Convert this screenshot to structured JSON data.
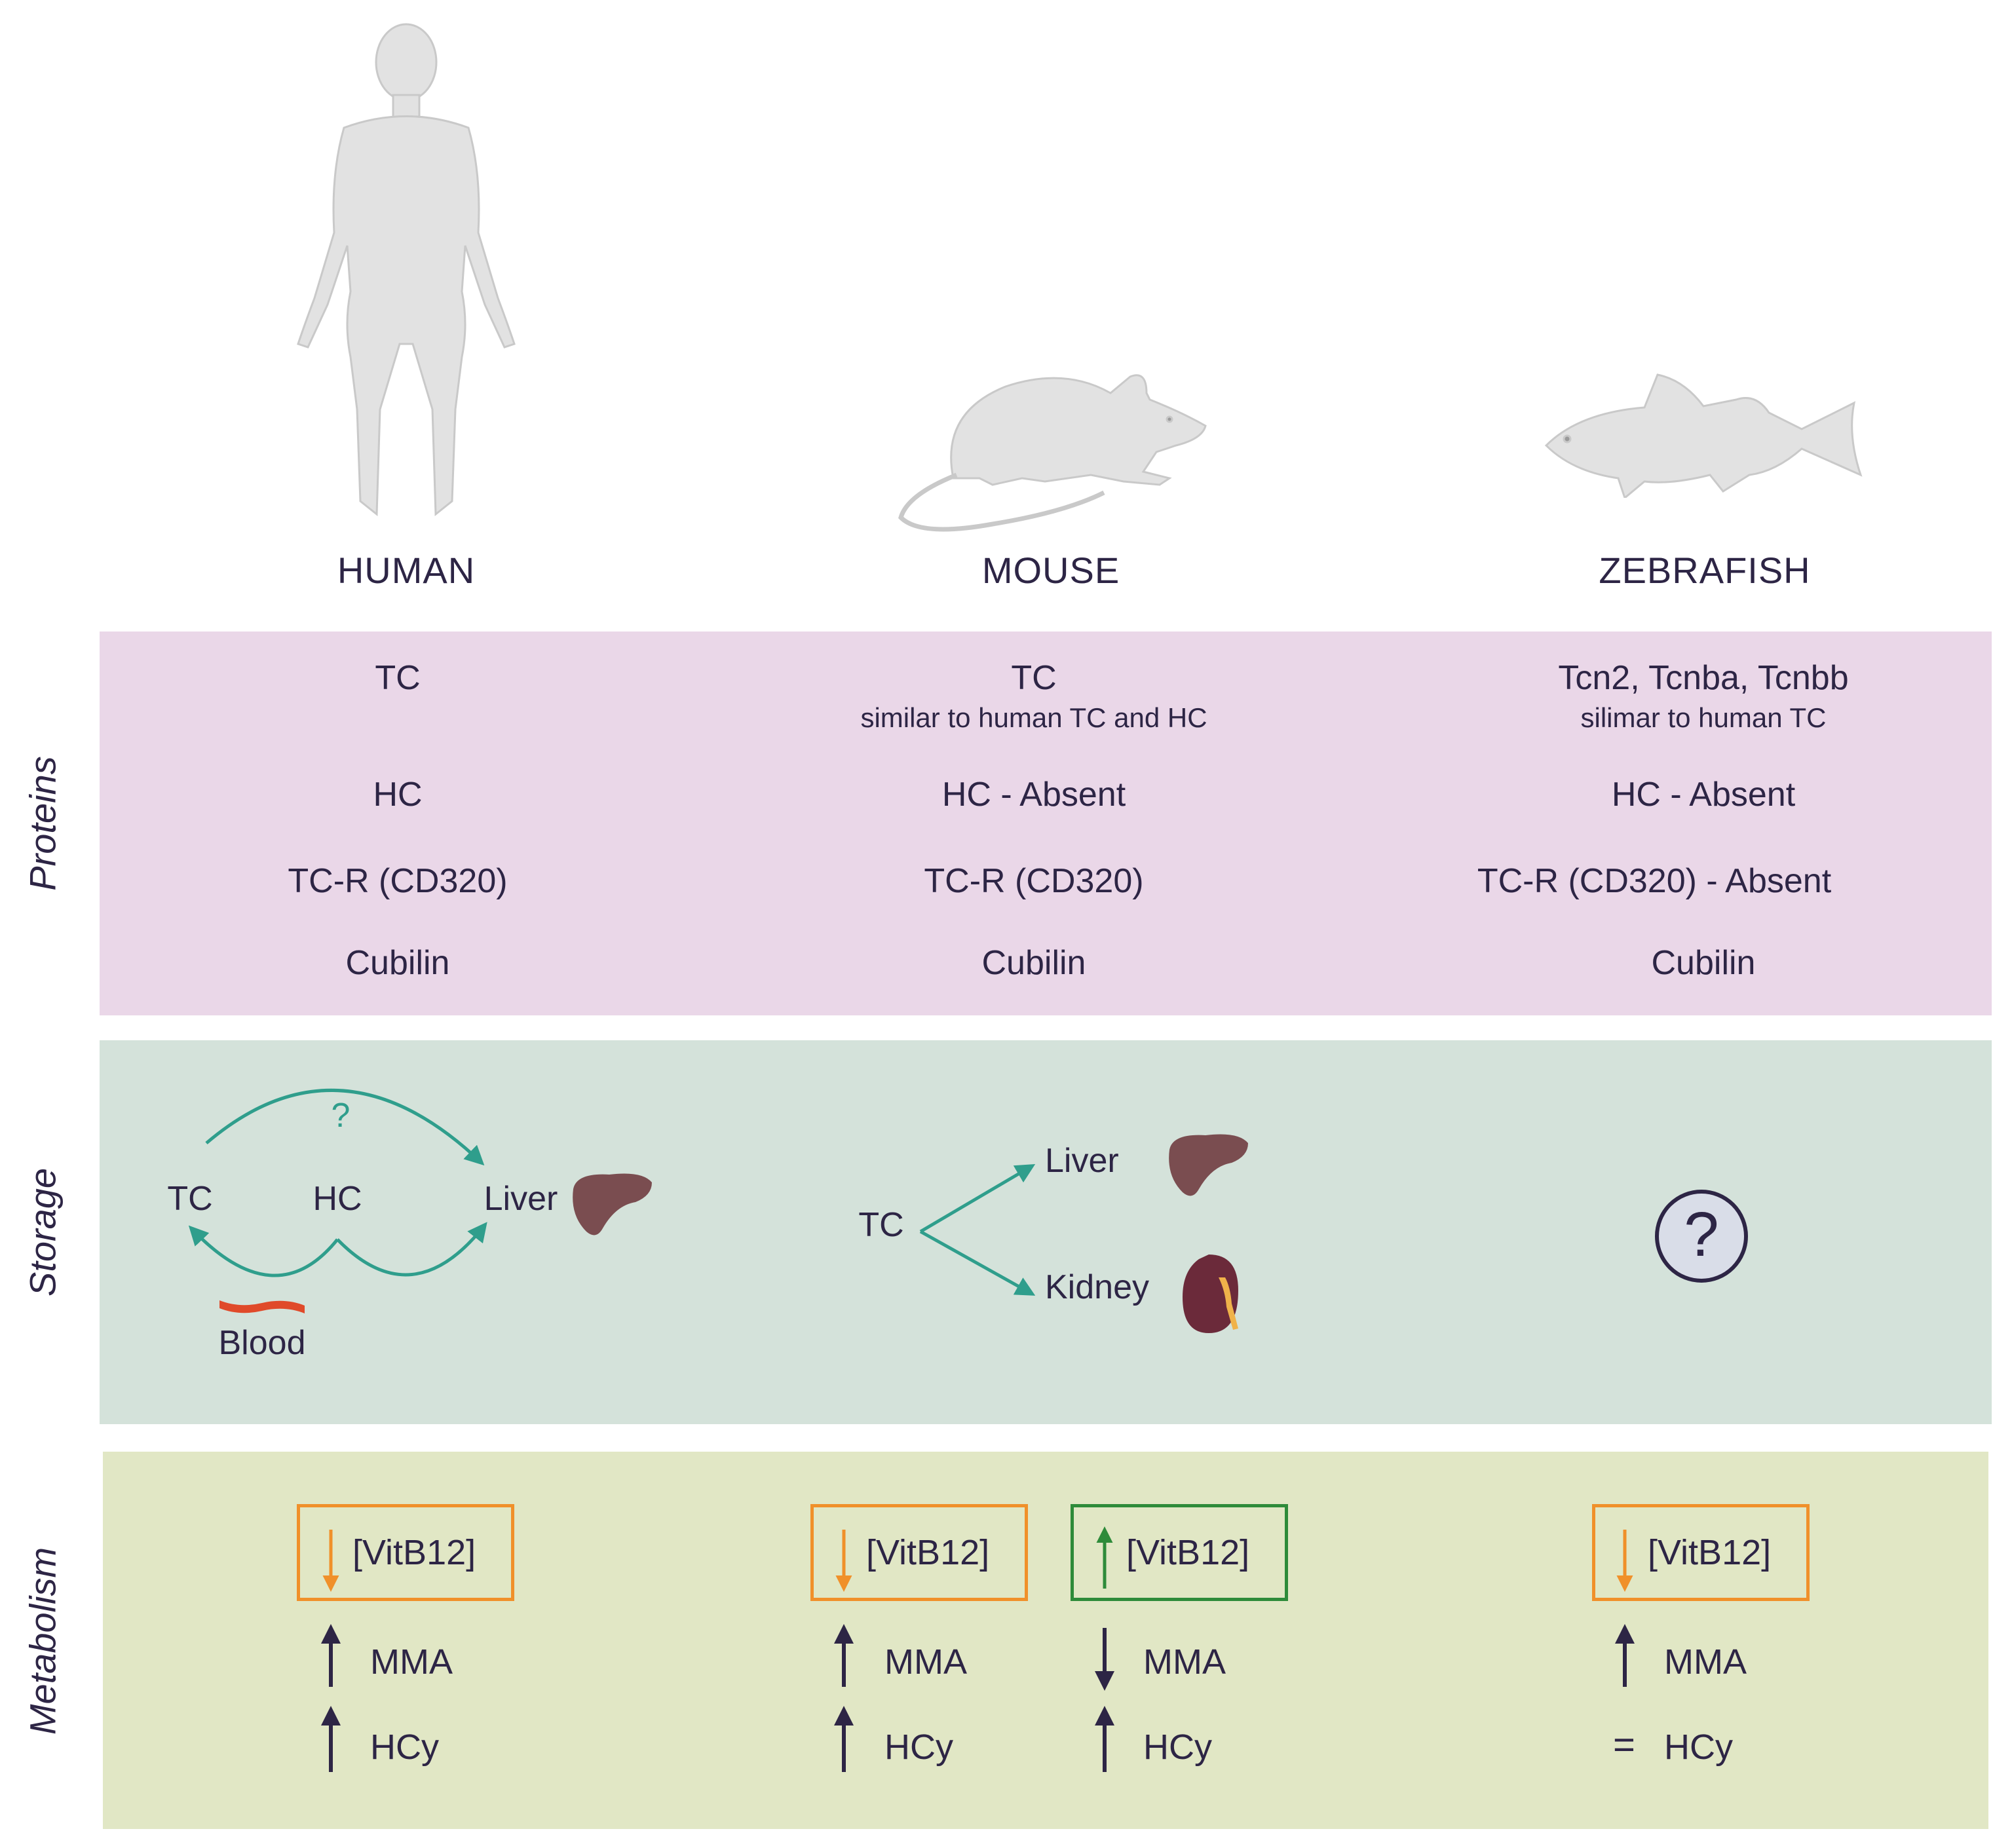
{
  "species": {
    "human": "HUMAN",
    "mouse": "MOUSE",
    "zebrafish": "ZEBRAFISH"
  },
  "rows": {
    "proteins": "Proteins",
    "storage": "Storage",
    "metabolism": "Metabolism"
  },
  "proteins": {
    "human": {
      "tc": "TC",
      "hc": "HC",
      "tcr": "TC-R (CD320)",
      "cubilin": "Cubilin"
    },
    "mouse": {
      "tc": "TC",
      "tc_note": "similar to human TC and HC",
      "hc": "HC - Absent",
      "tcr": "TC-R (CD320)",
      "cubilin": "Cubilin"
    },
    "zebrafish": {
      "tc": "Tcn2, Tcnba, Tcnbb",
      "tc_note": "silimar to human TC",
      "hc": "HC - Absent",
      "tcr": "TC-R (CD320) - Absent",
      "cubilin": "Cubilin"
    }
  },
  "storage": {
    "human": {
      "question": "?",
      "tc": "TC",
      "hc": "HC",
      "liver": "Liver",
      "blood": "Blood"
    },
    "mouse": {
      "tc": "TC",
      "liver": "Liver",
      "kidney": "Kidney"
    },
    "zebrafish": {
      "unknown": "?"
    }
  },
  "metabolism": {
    "vitb12": "[VitB12]",
    "mma": "MMA",
    "hcy": "HCy",
    "equals": "="
  },
  "colors": {
    "proteins_band": "#ead7e8",
    "storage_band": "#d4e2da",
    "metabolism_band": "#e1e7c5",
    "decrease_box": "#f0902a",
    "increase_box": "#2e8b3a",
    "teal_arrow": "#2f9e8c",
    "dark_arrow": "#2d2545",
    "silhouette": "#e2e2e2"
  }
}
